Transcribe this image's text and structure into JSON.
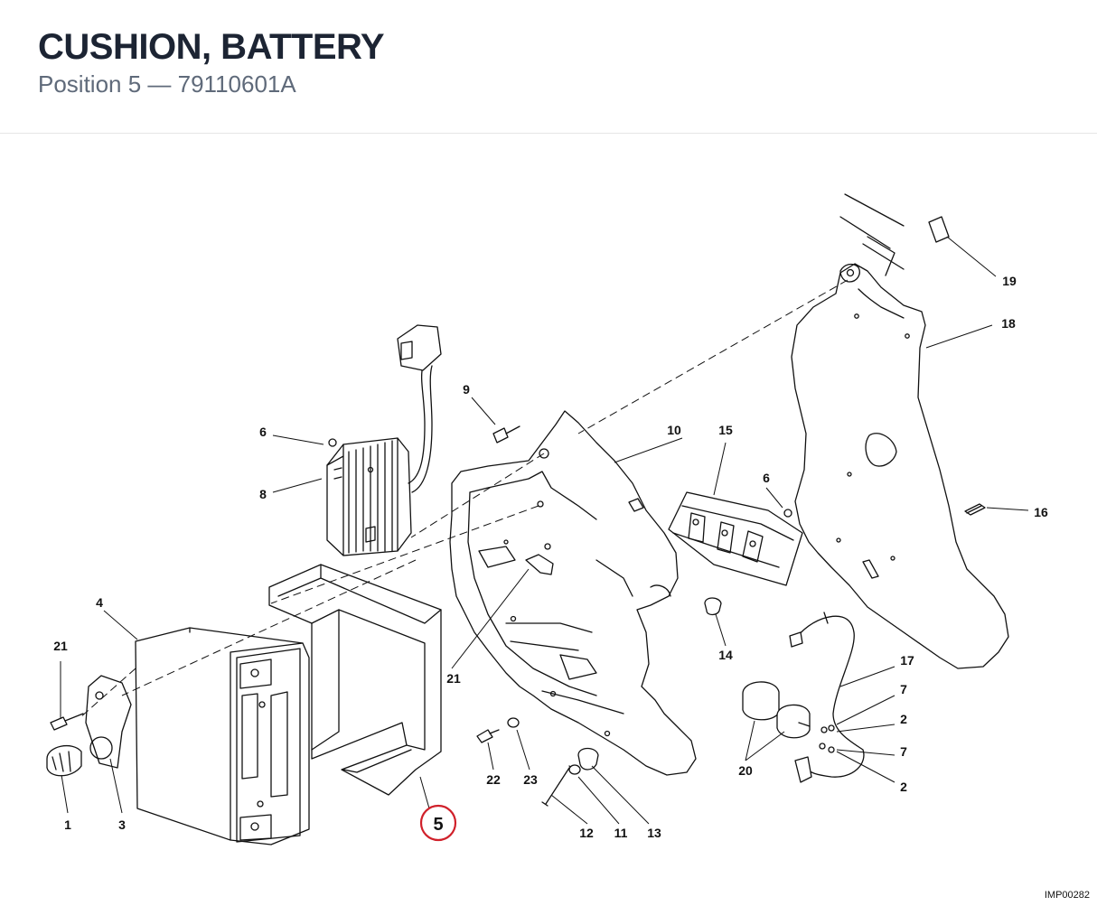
{
  "header": {
    "title": "CUSHION, BATTERY",
    "subtitle": "Position 5 — 79110601A"
  },
  "diagram": {
    "highlight_color": "#d0202a",
    "highlighted_callout": "5",
    "callouts": [
      "1",
      "2",
      "2",
      "3",
      "4",
      "5",
      "6",
      "6",
      "7",
      "7",
      "8",
      "9",
      "10",
      "11",
      "12",
      "13",
      "14",
      "15",
      "16",
      "17",
      "18",
      "19",
      "20",
      "21",
      "21",
      "22",
      "23"
    ],
    "drawing_code": "IMP00282"
  }
}
